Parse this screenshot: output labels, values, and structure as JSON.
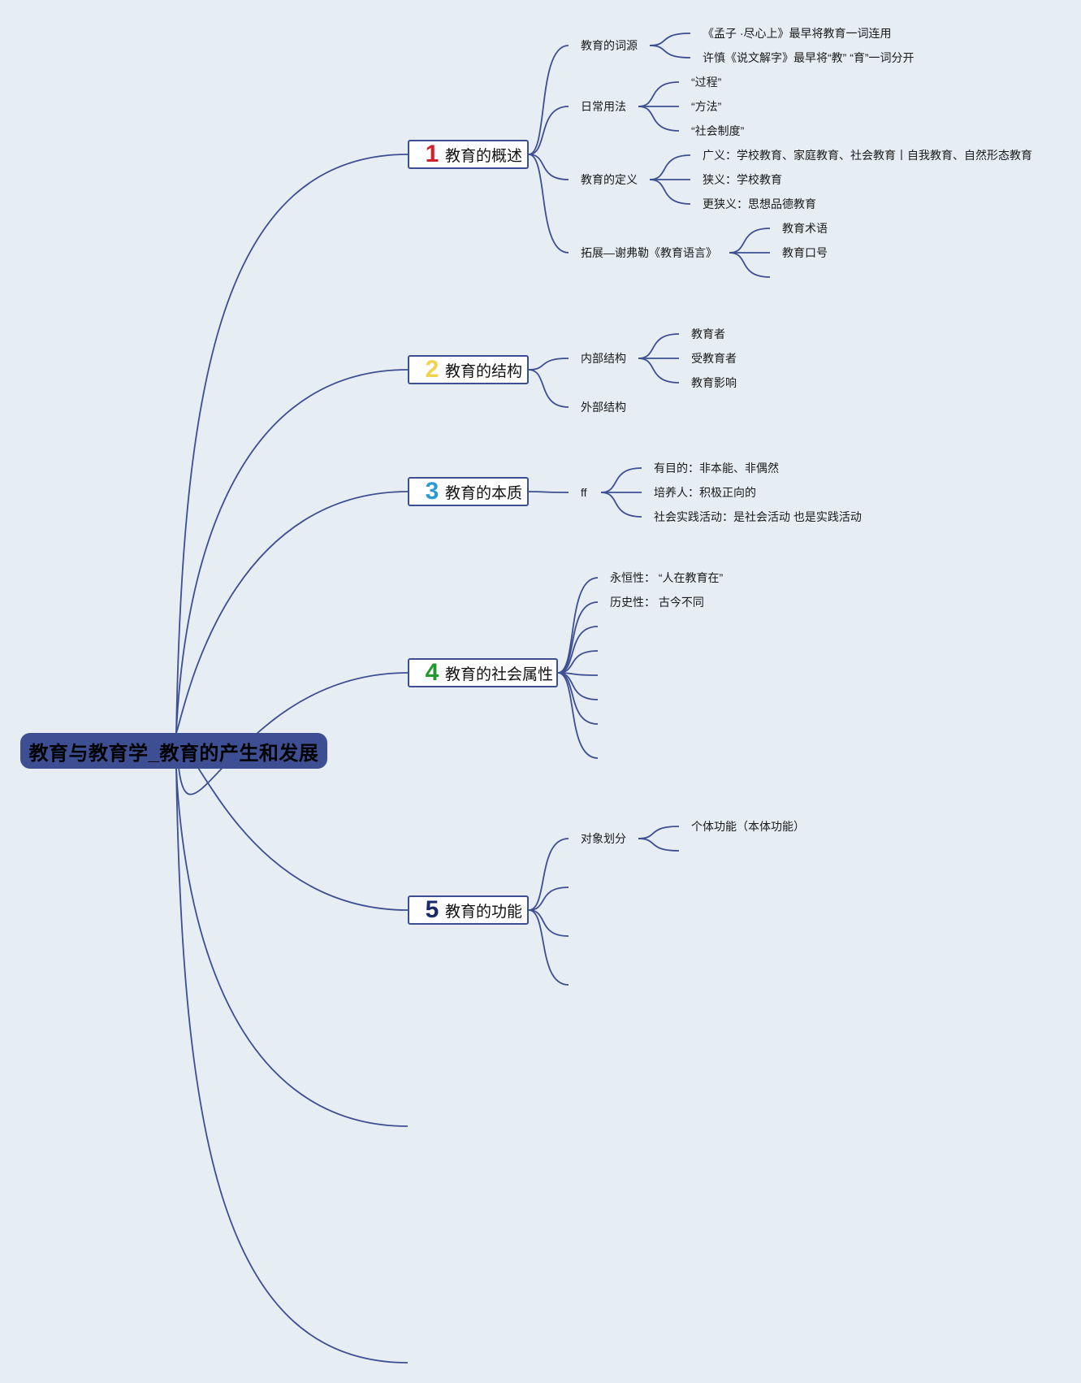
{
  "root": {
    "label": "教育与教育学_教育的产生和发展"
  },
  "topics": [
    {
      "number": "1",
      "color": "#d0202c",
      "label": "教育的概述",
      "children": [
        {
          "label": "教育的词源",
          "children": [
            {
              "label": "《孟子 ·尽心上》最早将教育一词连用"
            },
            {
              "label": "许慎《说文解字》最早将“教” “育”一词分开"
            }
          ]
        },
        {
          "label": "日常用法",
          "children": [
            {
              "label": "“过程”"
            },
            {
              "label": "“方法”"
            },
            {
              "label": "“社会制度”"
            }
          ]
        },
        {
          "label": "教育的定义",
          "children": [
            {
              "label": "广义：学校教育、家庭教育、社会教育丨自我教育、自然形态教育"
            },
            {
              "label": "狭义：学校教育"
            },
            {
              "label": "更狭义：思想品德教育"
            }
          ]
        },
        {
          "label": "拓展—谢弗勒《教育语言》",
          "children": [
            {
              "label": "教育术语"
            },
            {
              "label": "教育口号"
            },
            {
              "label": ""
            }
          ]
        }
      ]
    },
    {
      "number": "2",
      "color": "#f2d24a",
      "label": "教育的结构",
      "children": [
        {
          "label": "内部结构",
          "children": [
            {
              "label": "教育者"
            },
            {
              "label": "受教育者"
            },
            {
              "label": "教育影响"
            }
          ]
        },
        {
          "label": "外部结构"
        }
      ]
    },
    {
      "number": "3",
      "color": "#2a9ad6",
      "label": "教育的本质",
      "children": [
        {
          "label": "ff",
          "children": [
            {
              "label": "有目的：非本能、非偶然"
            },
            {
              "label": "培养人：积极正向的"
            },
            {
              "label": "社会实践活动：是社会活动 也是实践活动"
            }
          ]
        }
      ]
    },
    {
      "number": "4",
      "color": "#1f9a2e",
      "label": "教育的社会属性",
      "children": [
        {
          "label": "永恒性： “人在教育在”"
        },
        {
          "label": "历史性： 古今不同"
        },
        {
          "label": ""
        },
        {
          "label": ""
        },
        {
          "label": ""
        },
        {
          "label": ""
        },
        {
          "label": ""
        },
        {
          "label": ""
        }
      ]
    },
    {
      "number": "5",
      "color": "#1b2a6b",
      "label": "教育的功能",
      "children": [
        {
          "label": "对象划分",
          "children": [
            {
              "label": "个体功能（本体功能）"
            },
            {
              "label": ""
            }
          ]
        },
        {
          "label": ""
        },
        {
          "label": ""
        },
        {
          "label": ""
        }
      ]
    }
  ],
  "empty_topics": 2,
  "colors": {
    "line": "#3d4f92",
    "background": "#e6edf3"
  }
}
